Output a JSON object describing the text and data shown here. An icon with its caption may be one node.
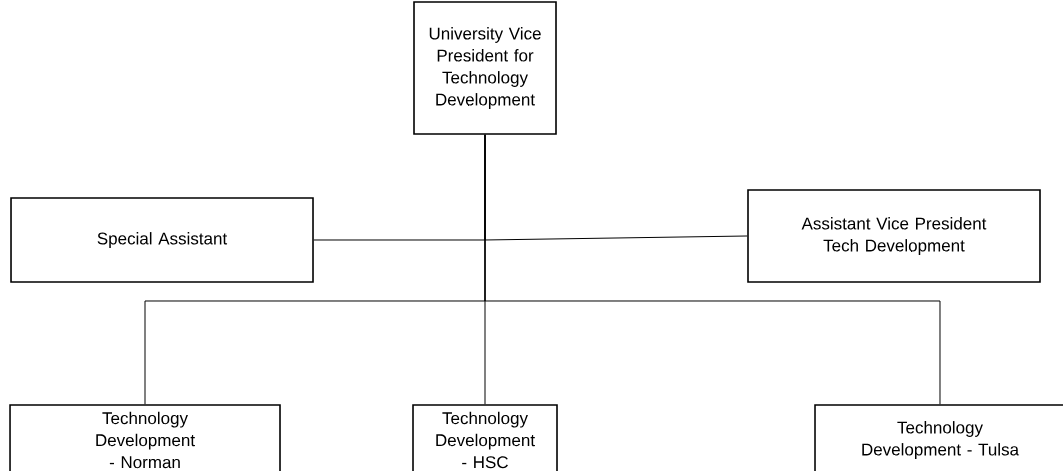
{
  "diagram": {
    "nodes": [
      {
        "text": [
          "University Vice President for Technology Development"
        ]
      },
      {
        "text": [
          "Special Assistant"
        ]
      },
      {
        "text": [
          "Assistant Vice President Tech Development"
        ]
      },
      {
        "text": [
          "Technology Development - Norman"
        ]
      },
      {
        "text": [
          "Technology Development - HSC"
        ]
      },
      {
        "text": [
          "Technology Development - Tulsa"
        ]
      }
    ],
    "edges": [
      {
        "from": 0,
        "to": 1,
        "arrow": "none"
      },
      {
        "from": 0,
        "to": 2,
        "arrow": "none"
      },
      {
        "from": 0,
        "to": 3,
        "arrow": "none"
      },
      {
        "from": 0,
        "to": 4,
        "arrow": "none"
      },
      {
        "from": 0,
        "to": 5,
        "arrow": "none"
      }
    ]
  }
}
